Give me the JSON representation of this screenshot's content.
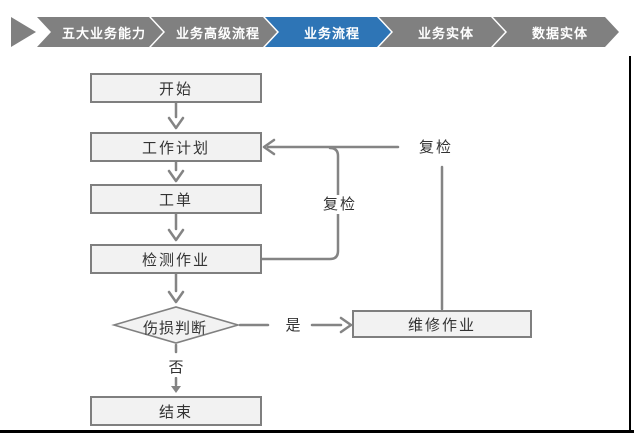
{
  "nav": {
    "steps": [
      {
        "label": "五大业务能力",
        "active": false
      },
      {
        "label": "业务高级流程",
        "active": false
      },
      {
        "label": "业务流程",
        "active": true
      },
      {
        "label": "业务实体",
        "active": false
      },
      {
        "label": "数据实体",
        "active": false
      }
    ]
  },
  "flowchart": {
    "nodes": {
      "start": "开始",
      "work_plan": "工作计划",
      "work_order": "工单",
      "inspection": "检测作业",
      "damage_decision": "伤损判断",
      "repair": "维修作业",
      "end": "结束"
    },
    "labels": {
      "yes": "是",
      "no": "否",
      "recheck_loop": "复检",
      "recheck_return": "复检"
    }
  },
  "colors": {
    "active_step": "#2E75B6",
    "inactive_step": "#808080",
    "node_fill": "#F2F2F2",
    "node_border": "#7F7F7F",
    "connector": "#848484"
  }
}
